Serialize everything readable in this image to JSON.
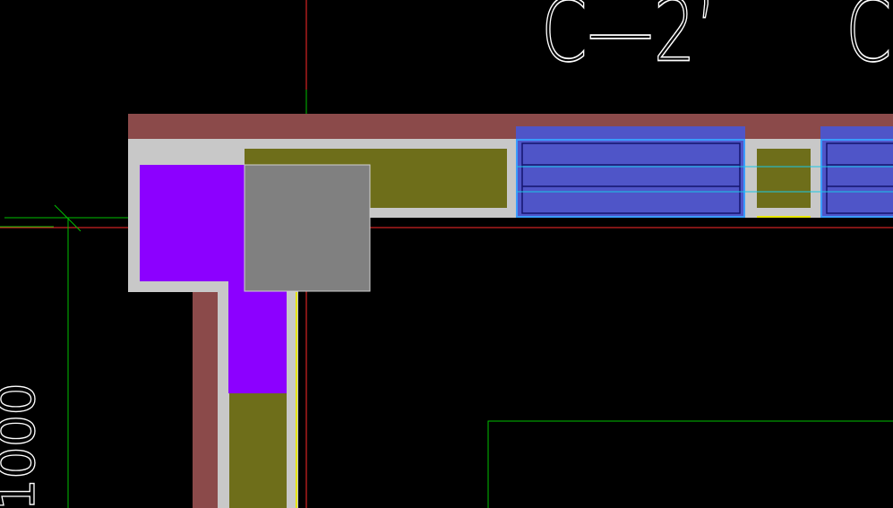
{
  "drawing": {
    "axis_labels": [
      "C—2’",
      "C—"
    ],
    "dimension_text": "1000"
  },
  "colors": {
    "background": "#000000",
    "wall_brown": "#8b4a4a",
    "wall_border": "#c8c8c8",
    "core_olive": "#6e6e1a",
    "column_purple": "#8c00ff",
    "column_gray": "#808080",
    "beam_blue": "#4f55c8",
    "beam_blue_edge": "#3a9cff",
    "rebar_navy": "#14146e",
    "axis_red": "#ff2a2a",
    "axis_green": "#00c000",
    "axis_cyan": "#19c8e6",
    "text_white": "#ffffff",
    "accent_yellow": "#e6e600"
  }
}
